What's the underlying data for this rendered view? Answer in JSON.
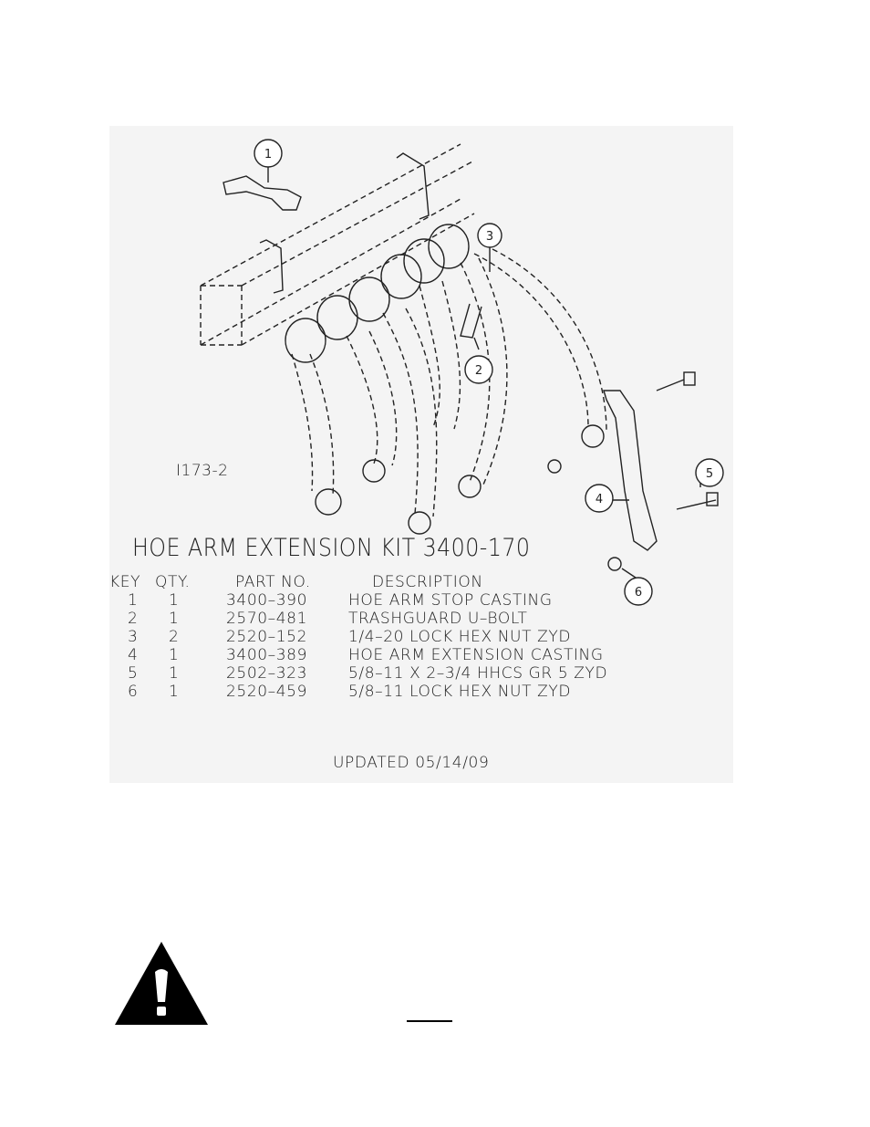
{
  "figure": {
    "drawing_id": "I173-2",
    "title": "HOE ARM EXTENSION KIT 3400-170",
    "callouts": [
      "1",
      "2",
      "3",
      "4",
      "5",
      "6"
    ],
    "parts_header": {
      "key": "KEY",
      "qty": "QTY.",
      "part_no": "PART NO.",
      "description": "DESCRIPTION"
    },
    "parts": [
      {
        "key": "1",
        "qty": "1",
        "part_no": "3400–390",
        "description": "HOE ARM STOP CASTING"
      },
      {
        "key": "2",
        "qty": "1",
        "part_no": "2570–481",
        "description": "TRASHGUARD U–BOLT"
      },
      {
        "key": "3",
        "qty": "2",
        "part_no": "2520–152",
        "description": "1/4–20 LOCK HEX NUT ZYD"
      },
      {
        "key": "4",
        "qty": "1",
        "part_no": "3400–389",
        "description": "HOE ARM EXTENSION CASTING"
      },
      {
        "key": "5",
        "qty": "1",
        "part_no": "2502–323",
        "description": "5/8–11 X 2–3/4 HHCS GR 5 ZYD"
      },
      {
        "key": "6",
        "qty": "1",
        "part_no": "2520–459",
        "description": "5/8–11 LOCK HEX NUT ZYD"
      }
    ],
    "updated": "UPDATED 05/14/09"
  },
  "warning": {
    "icon": "warning-triangle-icon"
  }
}
